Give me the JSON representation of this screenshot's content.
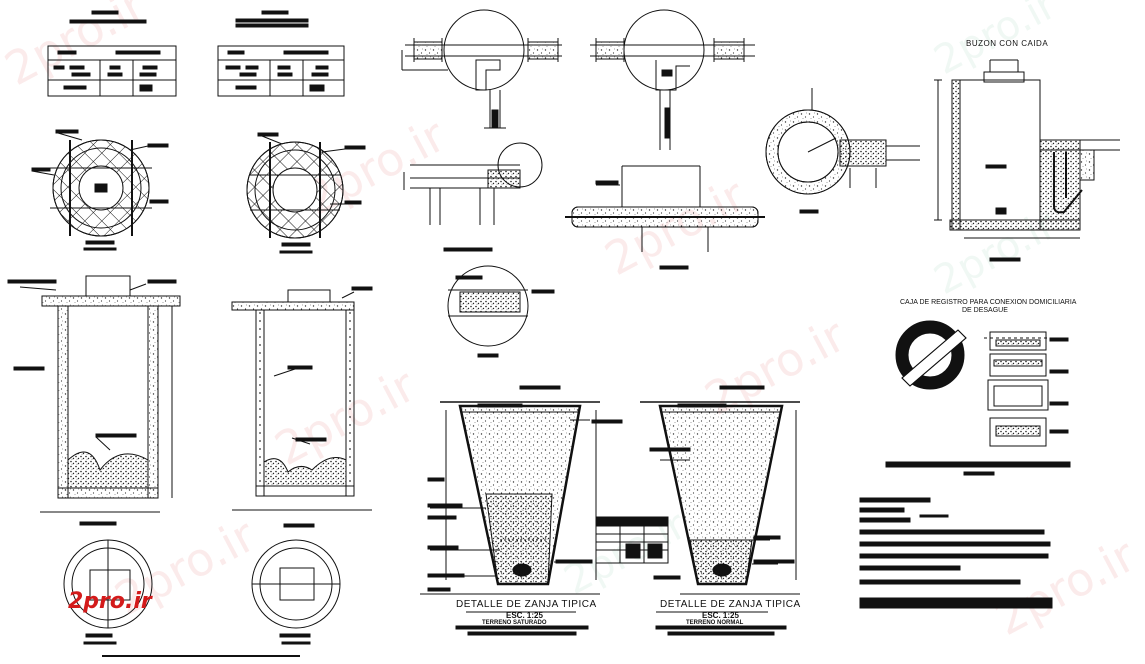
{
  "titles": {
    "buzon_con_caida": "BUZON CON CAIDA",
    "caja_registro_line1": "CAJA DE REGISTRO PARA CONEXION DOMICILIARIA",
    "caja_registro_line2": "DE DESAGUE",
    "detalle_zanja_left": "DETALLE DE ZANJA TIPICA",
    "detalle_zanja_right": "DETALLE DE ZANJA TIPICA",
    "esc_left": "ESC. 1:25",
    "esc_right": "ESC. 1:25",
    "terreno_left": "TERRENO SATURADO",
    "terreno_right": "TERRENO NORMAL"
  },
  "logo": {
    "text": "2pro.ir"
  },
  "watermark": {
    "text": "2pro.ir"
  },
  "colors": {
    "line": "#111111",
    "logo": "#d31b1b",
    "watermark_red": "#dc3c3c",
    "watermark_green": "#3ca078"
  }
}
